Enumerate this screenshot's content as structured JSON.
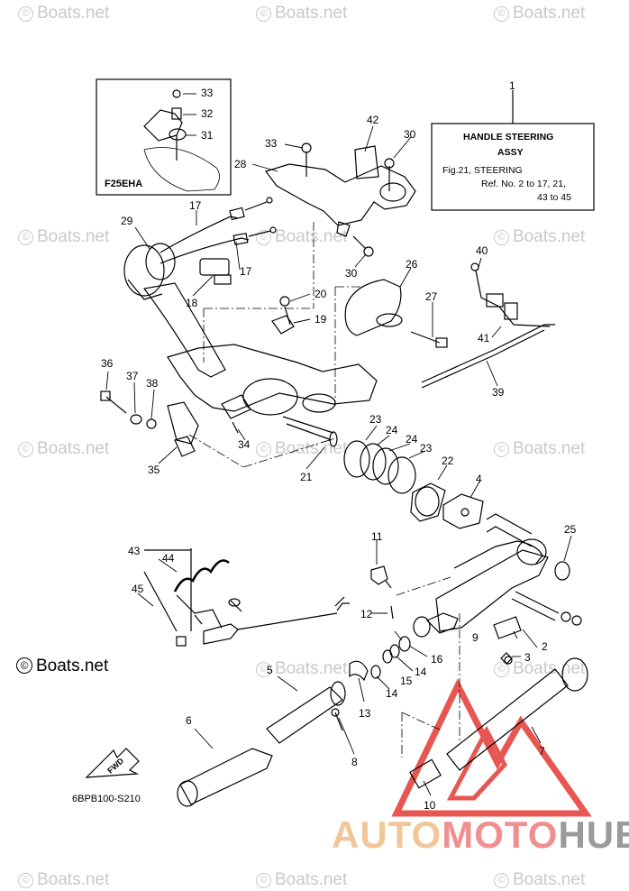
{
  "watermark": "Boats.net",
  "copyright": "Boats.net",
  "diagram_code": "6BPB100-S210",
  "inset_label": "F25EHA",
  "fwd_label": "FWD",
  "info_box": {
    "title": "HANDLE STEERING",
    "subtitle": "ASSY",
    "line1": "Fig.21, STEERING",
    "line2": "Ref. No. 2 to 17, 21,",
    "line3": "43 to 45"
  },
  "brand": {
    "part1": "AUTO",
    "part2": "MOTO",
    "part3": "HUB"
  },
  "callouts": [
    "1",
    "2",
    "3",
    "4",
    "5",
    "6",
    "7",
    "8",
    "9",
    "10",
    "11",
    "12",
    "13",
    "14",
    "14",
    "15",
    "16",
    "17",
    "17",
    "18",
    "19",
    "20",
    "21",
    "22",
    "23",
    "23",
    "24",
    "24",
    "25",
    "26",
    "27",
    "28",
    "29",
    "30",
    "30",
    "31",
    "32",
    "33",
    "33",
    "34",
    "35",
    "36",
    "37",
    "38",
    "39",
    "40",
    "41",
    "42",
    "43",
    "44",
    "45"
  ],
  "colors": {
    "line": "#000000",
    "watermark": "#c9c9c9",
    "logo_red": "#e53935",
    "brand_orange": "#f1c79a",
    "brand_pink": "#ef8f8f",
    "brand_gray": "#9a9a9a"
  }
}
